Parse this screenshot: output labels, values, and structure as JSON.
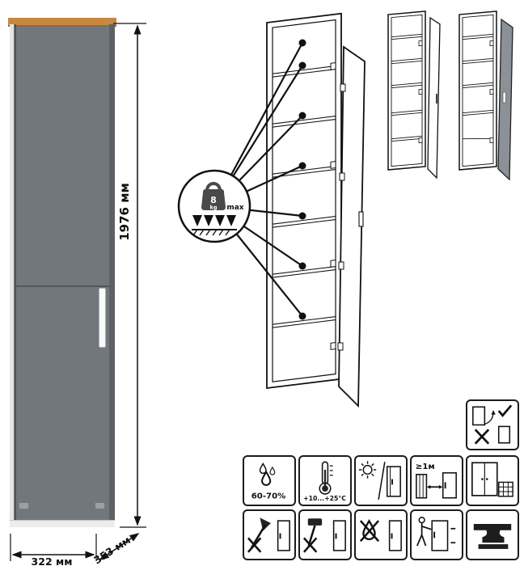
{
  "product": {
    "dimensions": {
      "height": "1976 мм",
      "width": "322 мм",
      "depth": "353 мм"
    },
    "shelf_load": {
      "value": "8",
      "unit": "kg",
      "qualifier": "max"
    }
  },
  "care": {
    "humidity": "60-70%",
    "temperature": "+10...+25°C",
    "min_distance": "≥1м"
  },
  "colors": {
    "cabinet_front": "#71777c",
    "cabinet_side": "#5c6166",
    "wood_top": "#c8883e",
    "handle": "#fafafa",
    "line_art": "#111111",
    "mirror_door": "#8b9196"
  },
  "icons": {
    "top_row": [
      "door-opening-instructions-icon"
    ],
    "middle_row": [
      "humidity-icon",
      "temperature-icon",
      "no-direct-sunlight-icon",
      "radiator-distance-icon",
      "ventilation-grid-icon"
    ],
    "bottom_row": [
      "no-sharp-tools-icon",
      "no-impact-tools-icon",
      "no-solvents-icon",
      "carry-carefully-icon",
      "heavy-load-icon"
    ]
  }
}
